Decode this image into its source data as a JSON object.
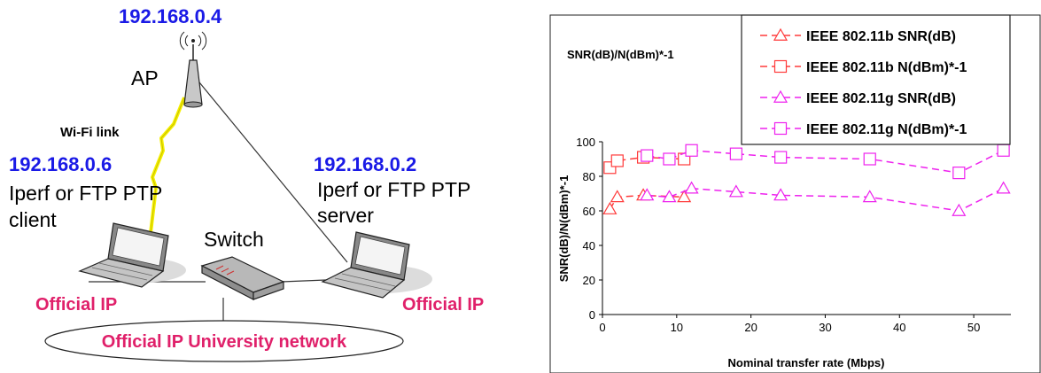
{
  "diagram": {
    "ap": {
      "ip": "192.168.0.4",
      "label": "AP"
    },
    "wifi_link_label": "Wi-Fi link",
    "client": {
      "ip": "192.168.0.6",
      "line1": "Iperf or FTP PTP",
      "line2": "client"
    },
    "server": {
      "ip": "192.168.0.2",
      "line1": "Iperf or FTP PTP",
      "line2": "server"
    },
    "switch_label": "Switch",
    "client_official_ip": "Official IP",
    "server_official_ip": "Official IP",
    "network_label": "Official IP University network",
    "colors": {
      "ip_text": "#1a1ae6",
      "official_text": "#e0206a",
      "wifi_bolt": "#f5f000"
    }
  },
  "chart_data": {
    "type": "line",
    "title": "SNR(dB)/N(dBm)*-1",
    "xlabel": "Nominal transfer rate (Mbps)",
    "ylabel": "SNR(dB)/N(dBm)*-1",
    "xlim": [
      0,
      55
    ],
    "ylim": [
      0,
      100
    ],
    "xticks": [
      0,
      10,
      20,
      30,
      40,
      50
    ],
    "yticks": [
      0,
      20,
      40,
      60,
      80,
      100
    ],
    "grid": false,
    "legend_position": "top-right",
    "series": [
      {
        "name": "IEEE 802.11b SNR(dB)",
        "marker": "triangle",
        "color": "#ff3b3b",
        "x": [
          1,
          2,
          5.5,
          11
        ],
        "y": [
          61,
          68,
          69,
          68
        ]
      },
      {
        "name": "IEEE 802.11b N(dBm)*-1",
        "marker": "square",
        "color": "#ff3b3b",
        "x": [
          1,
          2,
          5.5,
          11
        ],
        "y": [
          85,
          89,
          91,
          90
        ]
      },
      {
        "name": "IEEE 802.11g SNR(dB)",
        "marker": "triangle",
        "color": "#ee22ee",
        "x": [
          6,
          9,
          12,
          18,
          24,
          36,
          48,
          54
        ],
        "y": [
          69,
          68,
          73,
          71,
          69,
          68,
          60,
          73
        ]
      },
      {
        "name": "IEEE 802.11g N(dBm)*-1",
        "marker": "square",
        "color": "#ee22ee",
        "x": [
          6,
          9,
          12,
          18,
          24,
          36,
          48,
          54
        ],
        "y": [
          92,
          90,
          95,
          93,
          91,
          90,
          82,
          95
        ]
      }
    ]
  }
}
